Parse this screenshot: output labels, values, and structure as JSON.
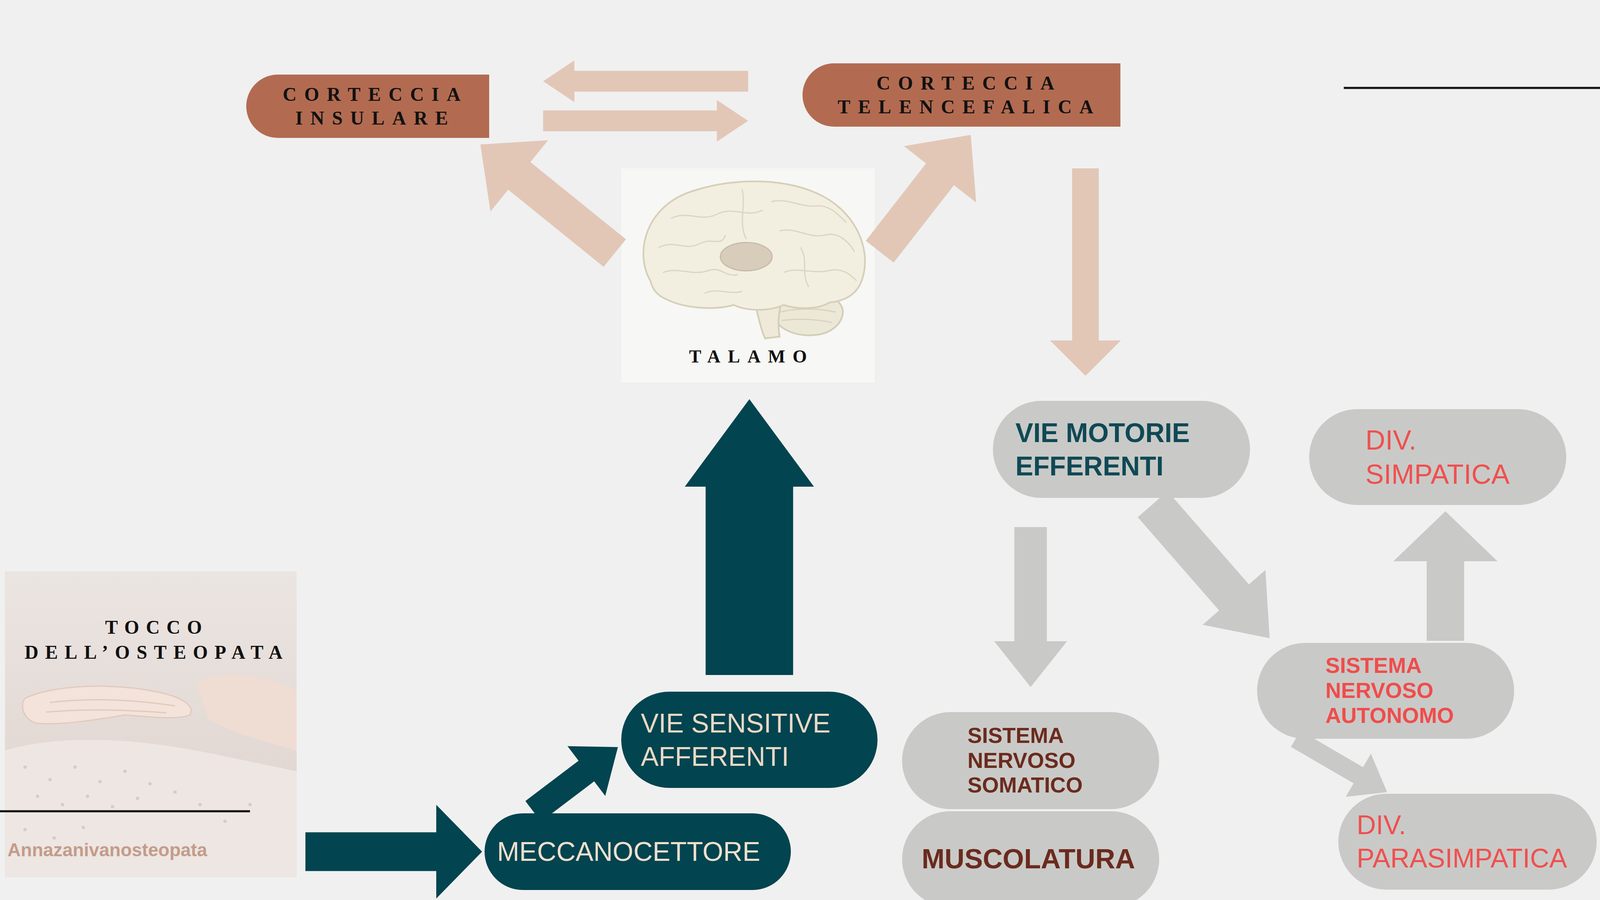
{
  "diagram": {
    "nodes": [
      {
        "text": [
          "CORTECCIA INSULARE"
        ]
      },
      {
        "text": [
          "CORTECCIA TELENCEFALICA"
        ]
      },
      {
        "text": [
          "TALAMO"
        ]
      },
      {
        "text": [
          "TOCCO DELL’OSTEOPATA"
        ]
      },
      {
        "text": [
          "MECCANOCETTORE"
        ]
      },
      {
        "text": [
          "VIE SENSITIVE AFFERENTI"
        ]
      },
      {
        "text": [
          "VIE MOTORIE EFFERENTI"
        ]
      },
      {
        "text": [
          "DIV. SIMPATICA"
        ]
      },
      {
        "text": [
          "SISTEMA NERVOSO SOMATICO"
        ]
      },
      {
        "text": [
          "MUSCOLATURA"
        ]
      },
      {
        "text": [
          "SISTEMA NERVOSO AUTONOMO"
        ]
      },
      {
        "text": [
          "DIV. PARASIMPATICA"
        ]
      }
    ],
    "edges": [
      {
        "from": 3,
        "to": 4,
        "arrow": "to"
      },
      {
        "from": 4,
        "to": 5,
        "arrow": "to"
      },
      {
        "from": 5,
        "to": 2,
        "arrow": "to"
      },
      {
        "from": 2,
        "to": 0,
        "arrow": "to"
      },
      {
        "from": 2,
        "to": 1,
        "arrow": "to"
      },
      {
        "from": 1,
        "to": 0,
        "arrow": "to"
      },
      {
        "from": 0,
        "to": 1,
        "arrow": "to"
      },
      {
        "from": 1,
        "to": 6,
        "arrow": "to"
      },
      {
        "from": 6,
        "to": 8,
        "arrow": "to"
      },
      {
        "from": 6,
        "to": 10,
        "arrow": "to"
      },
      {
        "from": 10,
        "to": 7,
        "arrow": "to"
      },
      {
        "from": 10,
        "to": 11,
        "arrow": "to"
      }
    ],
    "labels": [
      "Annazanivanosteopata"
    ]
  }
}
